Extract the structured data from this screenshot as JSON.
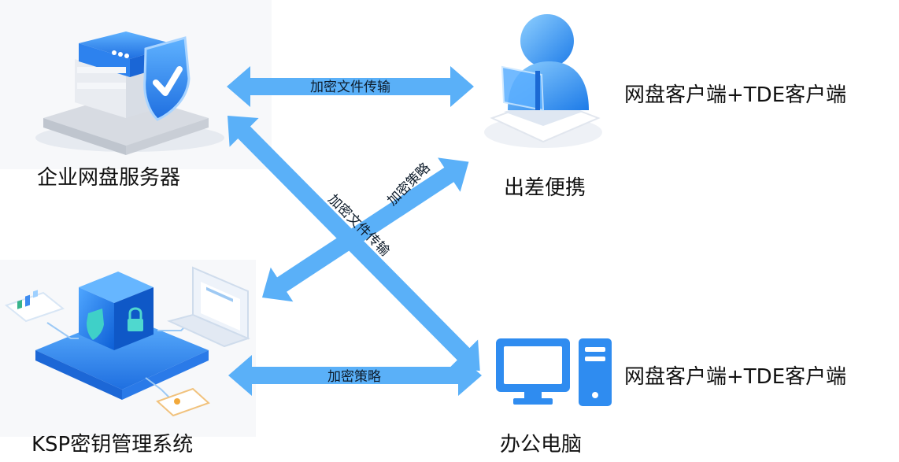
{
  "nodes": {
    "server": "企业网盘服务器",
    "travel": "出差便携",
    "ksp": "KSP密钥管理系统",
    "office": "办公电脑"
  },
  "clients": {
    "travel_client": "网盘客户端+TDE客户端",
    "office_client": "网盘客户端+TDE客户端"
  },
  "arrows": {
    "top": "加密文件传输",
    "bottom": "加密策略",
    "diag_up": "加密策略",
    "diag_down": "加密文件传输"
  },
  "colors": {
    "arrow": "#5ab0f8",
    "icon_blue": "#2f8cf0",
    "icon_light": "#8fcbff"
  }
}
